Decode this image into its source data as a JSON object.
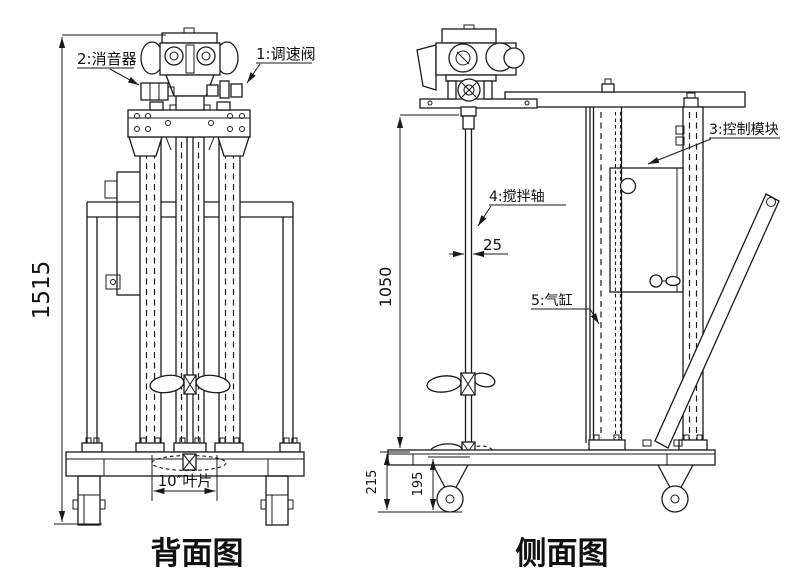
{
  "drawing": {
    "line_color": "#1a1a1a",
    "accent_color": "#e8521b",
    "back_view": {
      "title": "背面图",
      "label_muffler": "2:消音器",
      "label_speed_valve": "1:调速阀",
      "dim_total_height": "1515",
      "dim_blade": "10″叶片"
    },
    "side_view": {
      "title": "侧面图",
      "label_control_module": "3:控制模块",
      "label_mixing_shaft": "4:搅拌轴",
      "label_air_cylinder": "5:气缸",
      "dim_shaft_length": "1050",
      "dim_shaft_dia": "25",
      "dim_base_height": "215",
      "dim_wheel_height": "195"
    }
  }
}
